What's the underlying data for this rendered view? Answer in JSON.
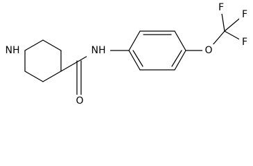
{
  "molecule": {
    "colors": {
      "bond": "#000000",
      "label": "#000000",
      "background": "#ffffff"
    },
    "atoms": {
      "piperidine_nh": "NH",
      "amide_nh": "NH",
      "carbonyl_o": "O",
      "ether_o": "O",
      "fluorine_top": "F",
      "fluorine_right": "F",
      "fluorine_bottom": "F"
    }
  }
}
